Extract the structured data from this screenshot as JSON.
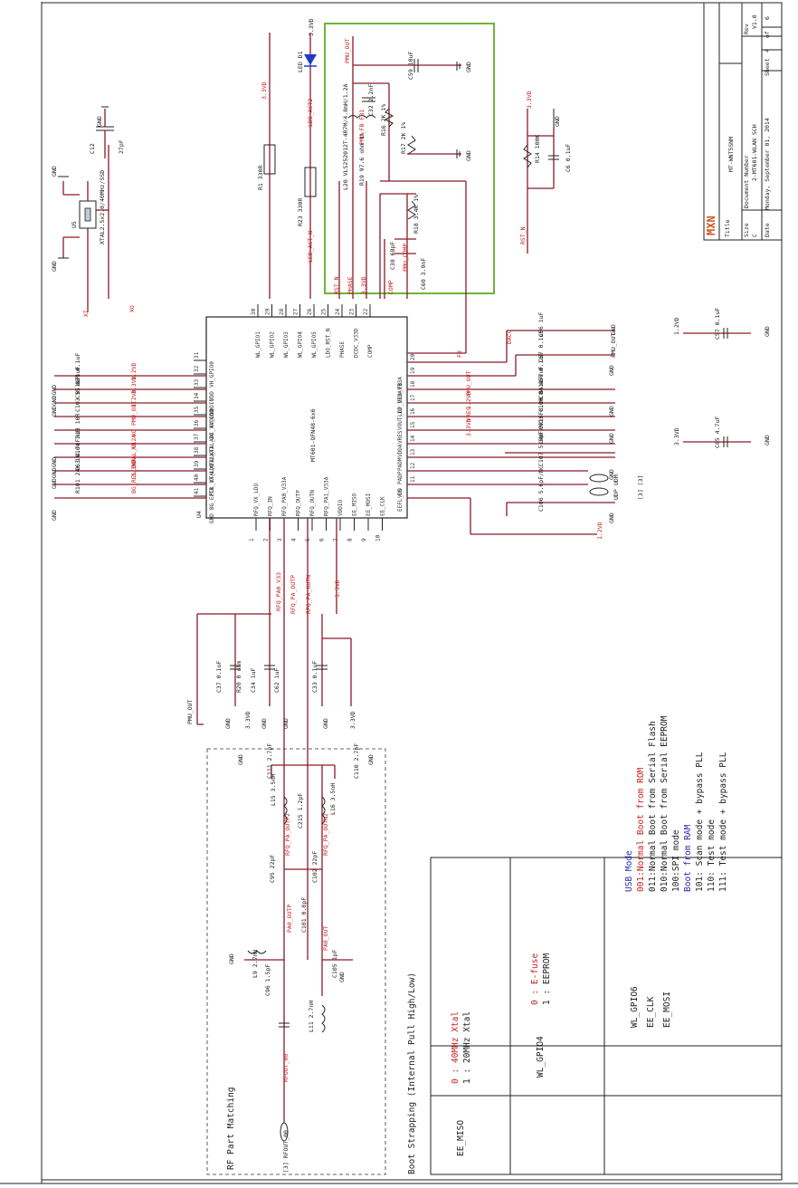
{
  "title_block": {
    "company": "MXN",
    "title_label": "Title",
    "title": "MT-WNT5SNM",
    "size_label": "Size",
    "size": "C",
    "docnum_label": "Document Number",
    "docnum": "2-MT601-WLAN SCH",
    "rev_label": "Rev",
    "rev": "V1.0",
    "date_label": "Date",
    "date": "Monday, September 01, 2014",
    "sheet_label": "Sheet",
    "sheet": "4",
    "of_label": "of",
    "of": "6"
  },
  "chip": {
    "ref": "U4",
    "part": "MT601-QFN48-6x6",
    "pins_left": [
      {
        "n": "31",
        "name": "VH_GPIO0"
      },
      {
        "n": "32",
        "name": "VDD"
      },
      {
        "n": "33",
        "name": "VDDIO"
      },
      {
        "n": "34",
        "name": "AVDD12"
      },
      {
        "n": "35",
        "name": "ADC_VX_LDO"
      },
      {
        "n": "36",
        "name": "XTAL_XO"
      },
      {
        "n": "37",
        "name": "XTAL_XI"
      },
      {
        "n": "38",
        "name": "XTAL_V12A"
      },
      {
        "n": "39",
        "name": "PLL_VX_LDO"
      },
      {
        "n": "40",
        "name": "BG_EXTR"
      },
      {
        "n": "41",
        "name": "GND"
      }
    ],
    "pins_top": [
      {
        "n": "30",
        "name": "WL_GPIO1"
      },
      {
        "n": "29",
        "name": "WL_GPIO2"
      },
      {
        "n": "28",
        "name": "WL_GPIO3"
      },
      {
        "n": "27",
        "name": "WL_GPIO4"
      },
      {
        "n": "26",
        "name": "WL_GPIO5"
      },
      {
        "n": "25",
        "name": "LDO_RST_N"
      },
      {
        "n": "24",
        "name": "PHASE"
      },
      {
        "n": "23",
        "name": "DCDC_V33D"
      },
      {
        "n": "22",
        "name": "COMP"
      }
    ],
    "pins_right": [
      {
        "n": "20",
        "name": "FB"
      },
      {
        "n": "19",
        "name": "DCD_V33A"
      },
      {
        "n": "18",
        "name": "LDO_V33A"
      },
      {
        "n": "17",
        "name": "VOUT_I2"
      },
      {
        "n": "16",
        "name": "VRES"
      },
      {
        "n": "15",
        "name": "VDDA"
      },
      {
        "n": "14",
        "name": "PADM"
      },
      {
        "n": "13",
        "name": "PADP"
      },
      {
        "n": "12",
        "name": "VDD"
      },
      {
        "n": "11",
        "name": "EEFL_CS"
      }
    ],
    "pins_bottom": [
      {
        "n": "1",
        "name": "RFQ_VX_LDO"
      },
      {
        "n": "2",
        "name": "RFQ_IN"
      },
      {
        "n": "3",
        "name": "RFQ_PA0_V33A"
      },
      {
        "n": "4",
        "name": "RFQ_OUTP"
      },
      {
        "n": "5",
        "name": "RFQ_OUTN"
      },
      {
        "n": "6",
        "name": "RFQ_PA1_V33A"
      },
      {
        "n": "7",
        "name": "VDDIO"
      },
      {
        "n": "8",
        "name": "EE_MISO"
      },
      {
        "n": "9",
        "name": "EE_MOSI"
      },
      {
        "n": "10",
        "name": "EE_CLK"
      }
    ]
  },
  "nets": {
    "v33": "3.3VD",
    "v12": "1.2VD",
    "gnd": "GND",
    "pmu_out": "PMU_OUT",
    "rst_n": "RST_N",
    "led_act_n": "LED_ACT_N",
    "ldo_act": "LDO_ACT2",
    "phase": "PHASE",
    "comp": "COMP",
    "xi": "XI",
    "xo": "XO",
    "udm": "UDM",
    "udp": "UDP",
    "fb": "FB",
    "vres": "VRES",
    "dacc": "DACC",
    "bg_res": "BG_RES_24K",
    "xtal_v12a": "XTAL_V12A",
    "rfq_pa_v33": "RFQ_PA0_V33",
    "rfq_outp": "RFQ_PA_OUTP",
    "rfq_outn": "RFQ_PA_OUTN",
    "rfout": "RFOUT_00",
    "pa_outp": "PA0_OUTP",
    "pa_outn": "PA0_OUT",
    "pa_outp2": "RFQ_PA_OUTP2",
    "pa_outn2": "RFQ_PA_OUTN2",
    "usb_ref": "[3] [3]",
    "rf_ref": "[3] RFOUT_00"
  },
  "components": {
    "u5": {
      "ref": "U5",
      "value": "XTAL2.5x2.0/40MHz/SSD"
    },
    "c12": {
      "ref": "C12",
      "value": "27pF"
    },
    "d1": {
      "ref": "D1",
      "value": "LED"
    },
    "r1": {
      "ref": "R1",
      "value": "330R"
    },
    "r23": {
      "ref": "R23",
      "value": "330R"
    },
    "l20": {
      "ref": "L20",
      "value": "VLS252012T-4R7M/4.8mH/1.2A"
    },
    "c59": {
      "ref": "C59",
      "value": "10uF"
    },
    "c32": {
      "ref": "C32",
      "value": "2.2nF"
    },
    "fb1": {
      "ref": "FB1",
      "value": "PMU_FB"
    },
    "r16": {
      "ref": "R16",
      "value": "2K 1%"
    },
    "r17": {
      "ref": "R17",
      "value": "2K 1%"
    },
    "r19": {
      "ref": "R19",
      "value": "97.6 ohm 1%"
    },
    "r18": {
      "ref": "R18",
      "value": "3.4K 1%"
    },
    "c38": {
      "ref": "C38",
      "value": "68pF"
    },
    "c60": {
      "ref": "C60",
      "value": "3.9nF"
    },
    "r14": {
      "ref": "R14",
      "value": "100K"
    },
    "c6": {
      "ref": "C6",
      "value": "0.1uF"
    },
    "c56": {
      "ref": "C56",
      "value": "1uF"
    },
    "c57": {
      "ref": "C57",
      "value": "0.1uF"
    },
    "c58": {
      "ref": "C58",
      "value": "0.1uF"
    },
    "c84": {
      "ref": "C84",
      "value": "4.7uF"
    },
    "c100": {
      "ref": "C100",
      "value": "0.1uF"
    },
    "r15": {
      "ref": "R15",
      "value": "8.2K 1%"
    },
    "c40": {
      "ref": "C40",
      "value": "0.1uF"
    },
    "c107": {
      "ref": "C107",
      "value": "5.6pF/NC"
    },
    "c106": {
      "ref": "C106",
      "value": "5.6pF/NC"
    },
    "c85": {
      "ref": "C85",
      "value": "4.7uF"
    },
    "c39": {
      "ref": "C39",
      "value": "0.1uF"
    },
    "c55": {
      "ref": "C55",
      "value": "0.1uF"
    },
    "c103": {
      "ref": "C103",
      "value": "0.1uF"
    },
    "r13": {
      "ref": "R13",
      "value": "10R"
    },
    "c104": {
      "ref": "C104",
      "value": "1uF"
    },
    "c63": {
      "ref": "C63",
      "value": "4.7uF"
    },
    "r101": {
      "ref": "R101",
      "value": "24K 1%"
    },
    "c37": {
      "ref": "C37",
      "value": "0.1uF"
    },
    "r20": {
      "ref": "R20",
      "value": "0 ohm"
    },
    "c34": {
      "ref": "C34",
      "value": "1uF"
    },
    "c62": {
      "ref": "C62",
      "value": "1uF"
    },
    "c33": {
      "ref": "C33",
      "value": "0.1uF"
    },
    "c111": {
      "ref": "C111",
      "value": "2.7pF"
    },
    "c110": {
      "ref": "C110",
      "value": "2.7pF"
    },
    "l15": {
      "ref": "L15",
      "value": "3.5nH"
    },
    "l16": {
      "ref": "L16",
      "value": "3.5nH"
    },
    "c215": {
      "ref": "C215",
      "value": "1.2pF"
    },
    "c95": {
      "ref": "C95",
      "value": "22pF"
    },
    "c102": {
      "ref": "C102",
      "value": "22pF"
    },
    "c101": {
      "ref": "C101",
      "value": "0.8pF"
    },
    "l9": {
      "ref": "L9",
      "value": "2.7nH"
    },
    "c105": {
      "ref": "C105",
      "value": "1pF"
    },
    "c96": {
      "ref": "C96",
      "value": "1.5pF"
    },
    "l11": {
      "ref": "L11",
      "value": "2.7nH"
    }
  },
  "rf_block_title": "RF Part Matching",
  "boot_table": {
    "title": "Boot Strapping (Internal Pull High/Low)",
    "rows": [
      {
        "pin": "EE_MISO",
        "lines": [
          {
            "text": "0 : 40MHz Xtal",
            "style": "red"
          },
          {
            "text": "1 : 20MHz Xtal",
            "style": "black"
          }
        ]
      },
      {
        "pin": "WL_GPIO4",
        "lines": [
          {
            "text": "0 : E-fuse",
            "style": "red"
          },
          {
            "text": "1 : EEPROM",
            "style": "black"
          }
        ]
      },
      {
        "pin": "WL_GPIO6\nEE_CLK\nEE_MOSI",
        "lines": [
          {
            "text": "USB Mode",
            "style": "blue"
          },
          {
            "text": "001:Normal Boot from ROM",
            "style": "red"
          },
          {
            "text": "011:Normal Boot from Serial Flash",
            "style": "black"
          },
          {
            "text": "010:Normal Boot from Serial EEPROM",
            "style": "black"
          },
          {
            "text": "100:SPI mode",
            "style": "black"
          },
          {
            "text": "Boot from RAM",
            "style": "blue"
          },
          {
            "text": "101: Scan mode + bypass PLL",
            "style": "black"
          },
          {
            "text": "110: Test mode",
            "style": "black"
          },
          {
            "text": "111: Test mode + bypass PLL",
            "style": "black"
          }
        ]
      }
    ]
  },
  "colors": {
    "wire": "#8a1a2a",
    "net": "#c81e1e",
    "highlight": "#6fb33a",
    "ink": "#222222"
  }
}
